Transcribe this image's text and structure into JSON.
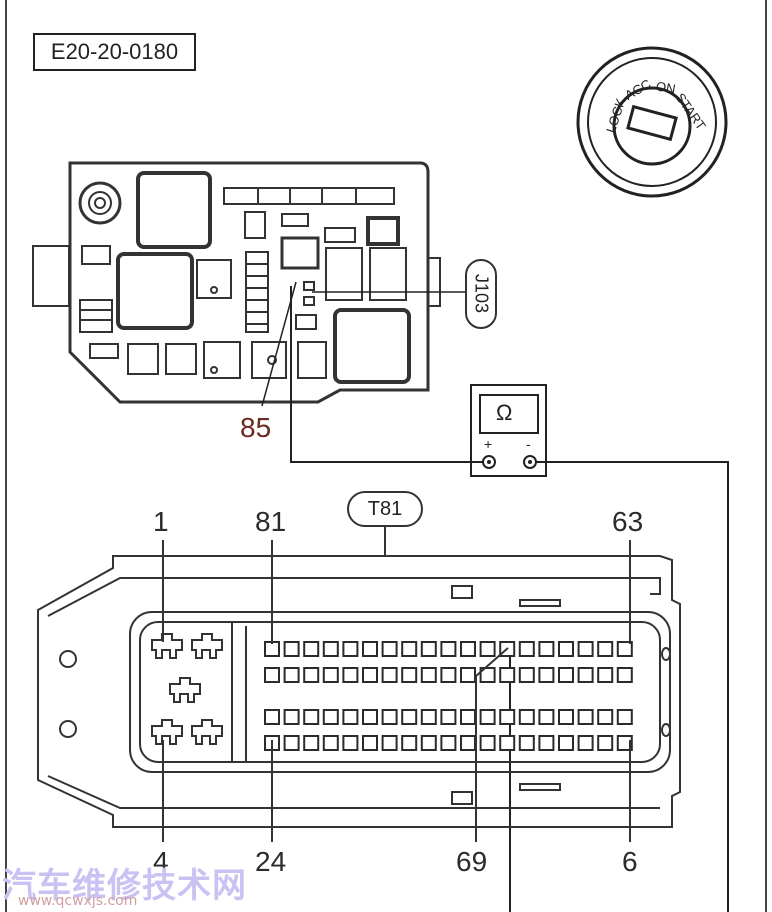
{
  "figure_id": "E20-20-0180",
  "ignition_switch": {
    "positions": [
      "LOCK",
      "ACC",
      "ON",
      "START"
    ]
  },
  "fuse_box": {
    "relay_label": "J103",
    "terminal_label": "85"
  },
  "multimeter": {
    "symbol": "Ω",
    "plus": "+",
    "minus": "-"
  },
  "ecu_connector": {
    "name": "T81",
    "pin_labels_top": [
      "1",
      "81",
      "63"
    ],
    "pin_labels_bottom": [
      "4",
      "24",
      "69",
      "6"
    ]
  },
  "watermark": {
    "cn": "汽车维修技术网",
    "url": "www.qcwxjs.com"
  }
}
